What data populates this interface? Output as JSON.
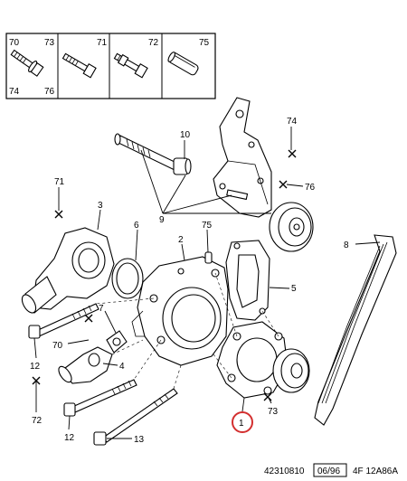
{
  "legend": {
    "cells": [
      {
        "top_left": "70",
        "top_right": "73",
        "bottom_left": "74",
        "bottom_right": "76",
        "icon": "bolt-with-washer-icon"
      },
      {
        "top_left": "",
        "top_right": "71",
        "bottom_left": "",
        "bottom_right": "",
        "icon": "bolt-icon"
      },
      {
        "top_left": "",
        "top_right": "72",
        "bottom_left": "",
        "bottom_right": "",
        "icon": "bolt-with-nut-icon"
      },
      {
        "top_left": "",
        "top_right": "75",
        "bottom_left": "",
        "bottom_right": "",
        "icon": "dowel-pin-icon"
      }
    ]
  },
  "callouts": {
    "p1": "1",
    "p2": "2",
    "p3": "3",
    "p4": "4",
    "p5": "5",
    "p6": "6",
    "p7": "7",
    "p8": "8",
    "p9": "9",
    "p10": "10",
    "p12a": "12",
    "p12b": "12",
    "p13": "13",
    "p70": "70",
    "p71": "71",
    "p72": "72",
    "p73": "73",
    "p74": "74",
    "p75": "75",
    "p76": "76"
  },
  "footer": {
    "code": "42310810",
    "date": "06/96",
    "ref": "4F 12A86A"
  },
  "colors": {
    "highlight": "#d32f2f",
    "line": "#000000"
  }
}
